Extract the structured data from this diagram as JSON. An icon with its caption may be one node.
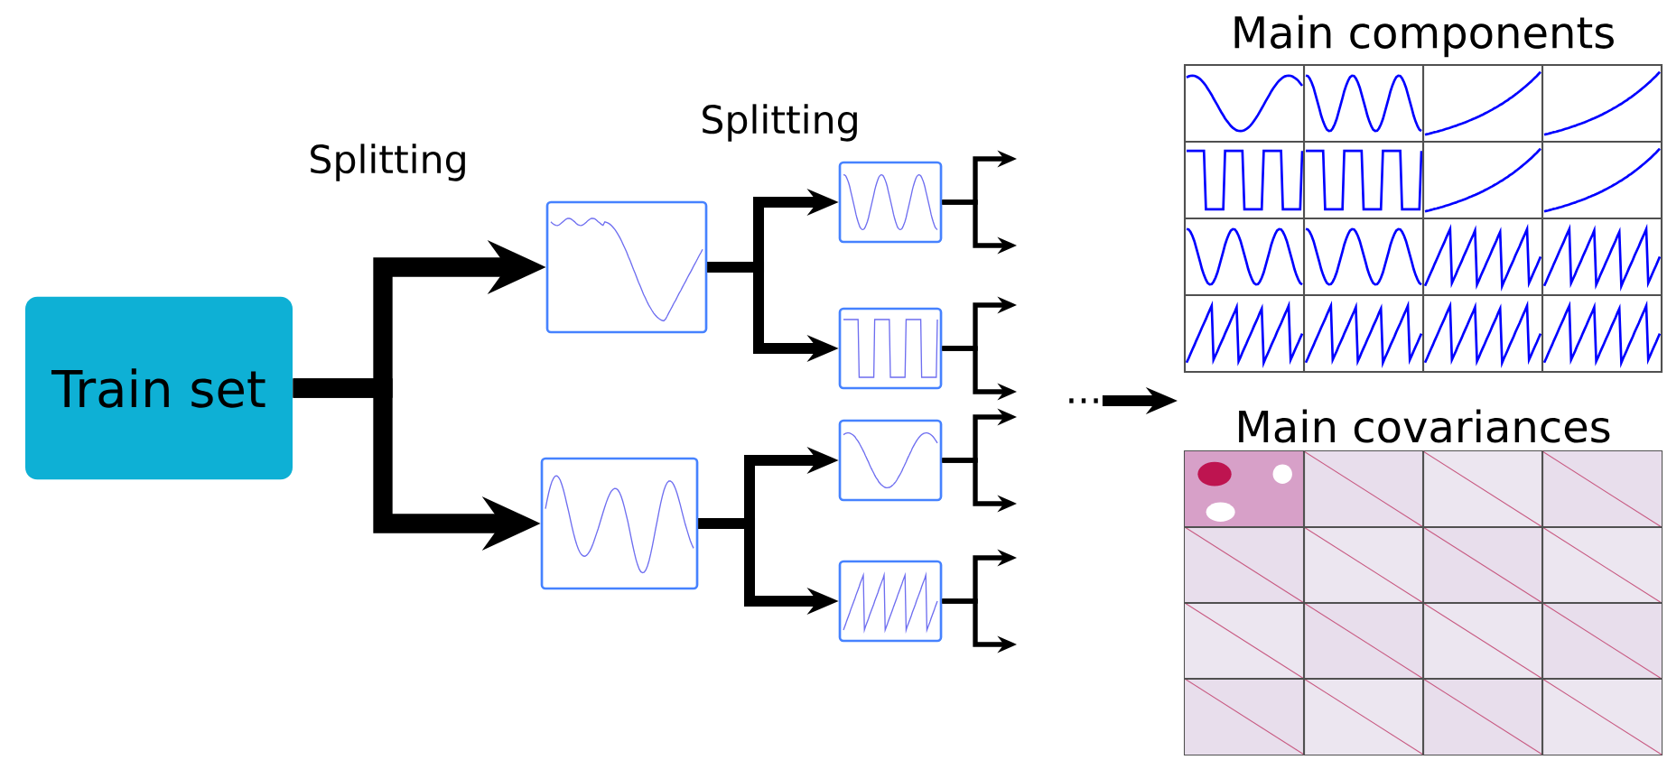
{
  "diagram": {
    "nodes": [
      {
        "text": [
          "Train set"
        ]
      },
      {
        "text": [],
        "shape": "picture"
      },
      {
        "text": [],
        "shape": "picture"
      },
      {
        "text": [],
        "shape": "picture"
      },
      {
        "text": [],
        "shape": "picture"
      },
      {
        "text": [],
        "shape": "picture"
      },
      {
        "text": [],
        "shape": "picture"
      },
      {
        "text": [
          "Main components"
        ]
      },
      {
        "text": [
          "Main covariances"
        ]
      },
      {
        "text": [
          "..."
        ]
      }
    ],
    "edges": [
      {
        "from": 0,
        "to": 1,
        "arrow": "to",
        "style": "thick"
      },
      {
        "from": 0,
        "to": 2,
        "arrow": "to",
        "style": "thick"
      },
      {
        "from": 1,
        "to": 3,
        "arrow": "to",
        "style": "thick"
      },
      {
        "from": 1,
        "to": 4,
        "arrow": "to",
        "style": "thick"
      },
      {
        "from": 2,
        "to": 5,
        "arrow": "to",
        "style": "thick"
      },
      {
        "from": 2,
        "to": 6,
        "arrow": "to",
        "style": "thick"
      },
      {
        "from": 3,
        "to": null,
        "arrow": "to"
      },
      {
        "from": 3,
        "to": null,
        "arrow": "to"
      },
      {
        "from": 4,
        "to": null,
        "arrow": "to"
      },
      {
        "from": 4,
        "to": null,
        "arrow": "to"
      },
      {
        "from": 5,
        "to": null,
        "arrow": "to"
      },
      {
        "from": 5,
        "to": null,
        "arrow": "to"
      },
      {
        "from": 6,
        "to": null,
        "arrow": "to"
      },
      {
        "from": 6,
        "to": null,
        "arrow": "to"
      },
      {
        "from": 9,
        "to": null,
        "arrow": "to",
        "style": "thick"
      }
    ],
    "labels": [
      "Splitting",
      "Splitting"
    ]
  }
}
